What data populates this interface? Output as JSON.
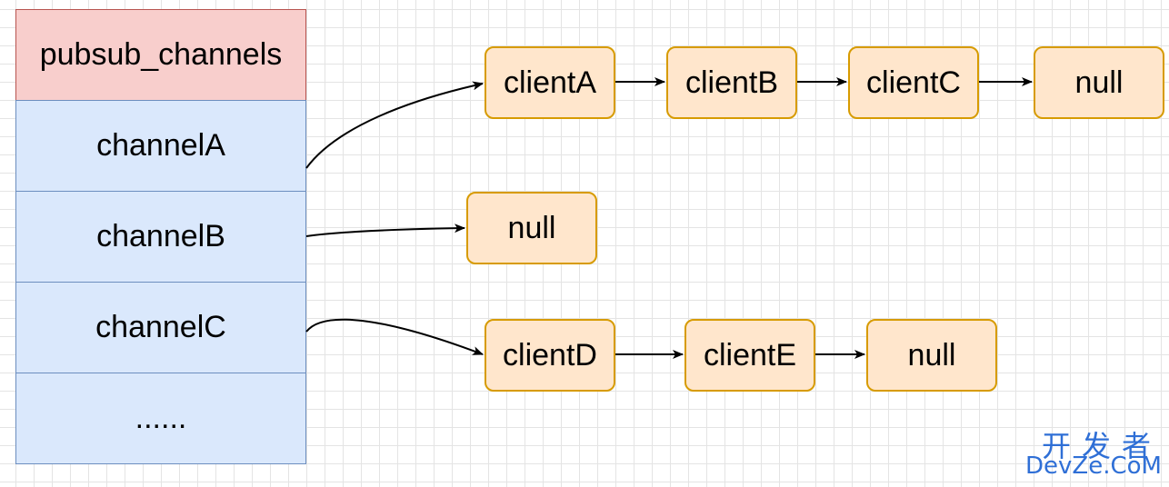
{
  "table": {
    "header": "pubsub_channels",
    "rows": [
      "channelA",
      "channelB",
      "channelC",
      "......"
    ]
  },
  "chains": {
    "a": [
      "clientA",
      "clientB",
      "clientC",
      "null"
    ],
    "b": [
      "null"
    ],
    "c": [
      "clientD",
      "clientE",
      "null"
    ]
  },
  "watermark": {
    "cn": "开发者",
    "en": "DevZe.CoM"
  },
  "colors": {
    "header_fill": "#f8cecc",
    "header_border": "#b85450",
    "row_fill": "#dae8fc",
    "row_border": "#6c8ebf",
    "node_fill": "#ffe6cc",
    "node_border": "#d79b00",
    "watermark": "#2f6fd6"
  }
}
